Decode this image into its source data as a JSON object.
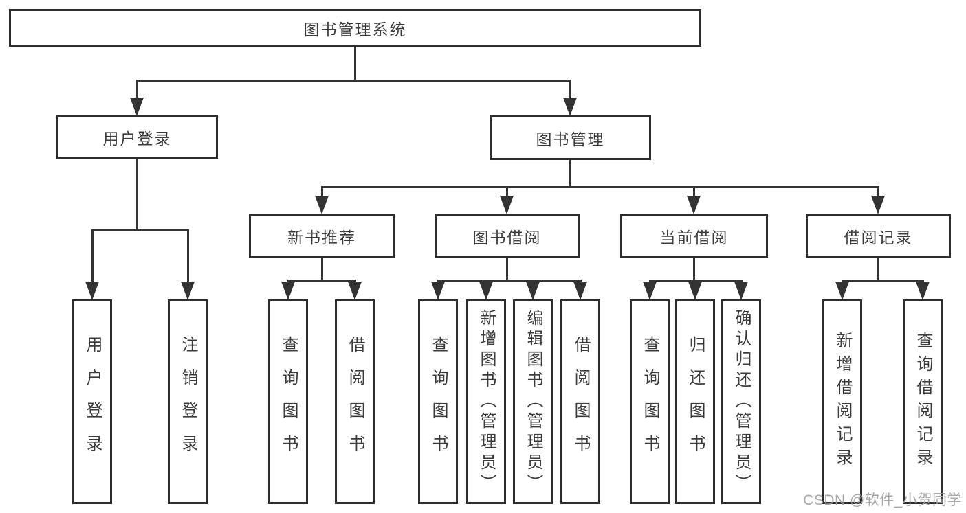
{
  "tree": {
    "root": "图书管理系统",
    "children": [
      {
        "label": "用户登录",
        "children": [
          {
            "label": "用户登录"
          },
          {
            "label": "注销登录"
          }
        ]
      },
      {
        "label": "图书管理",
        "children": [
          {
            "label": "新书推荐",
            "children": [
              {
                "label": "查询图书"
              },
              {
                "label": "借阅图书"
              }
            ]
          },
          {
            "label": "图书借阅",
            "children": [
              {
                "label": "查询图书"
              },
              {
                "label": "新增图书（管理员）"
              },
              {
                "label": "编辑图书（管理员）"
              },
              {
                "label": "借阅图书"
              }
            ]
          },
          {
            "label": "当前借阅",
            "children": [
              {
                "label": "查询图书"
              },
              {
                "label": "归还图书"
              },
              {
                "label": "确认归还（管理员）"
              }
            ]
          },
          {
            "label": "借阅记录",
            "children": [
              {
                "label": "新增借阅记录"
              },
              {
                "label": "查询借阅记录"
              }
            ]
          }
        ]
      }
    ]
  },
  "watermark": "CSDN @软件_小贺同学",
  "colors": {
    "line": "#333333",
    "box_border": "#2d2d2d",
    "text": "#3c3c3c",
    "background": "#ffffff",
    "watermark": "#9e9e9e"
  }
}
